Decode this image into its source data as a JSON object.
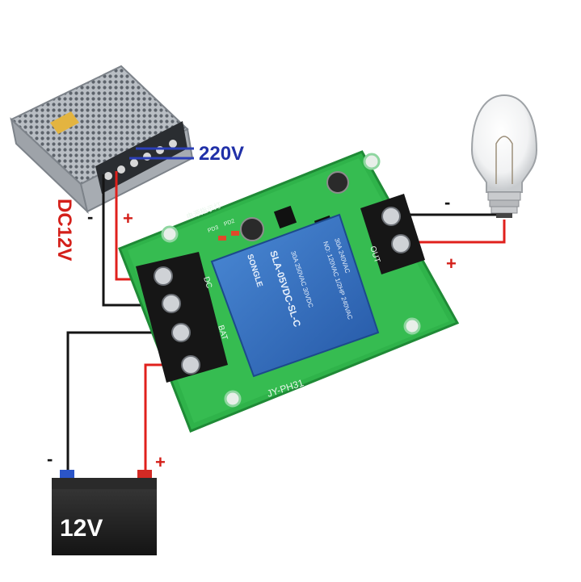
{
  "power_supply": {
    "input_label": "220V",
    "output_label": "DC12V",
    "minus_label": "-",
    "plus_label": "+"
  },
  "lamp": {
    "minus_label": "-",
    "plus_label": "+"
  },
  "battery": {
    "voltage_label": "12V",
    "minus_label": "-",
    "plus_label": "+"
  },
  "board": {
    "model_label": "JY-PH31",
    "indicator_label": "电源指示灯",
    "out_label": "OUT",
    "led_labels": [
      "PD3",
      "PD2"
    ],
    "terminal_labels": [
      "DC",
      "BAT"
    ],
    "relay": {
      "brand": "SONGLE",
      "model": "SLA-05VDC-SL-C",
      "rating_1": "30A 250VAC 30VDC",
      "rating_2": "NO: 120VAC 1/2HP 240VAC",
      "rating_3": "30A 240VAC"
    }
  },
  "colors": {
    "wire_positive": "#e0201c",
    "wire_negative": "#141414",
    "wire_mains": "#2b3fb8",
    "pcb": "#2fb34a",
    "relay": "#2f6fc4",
    "label_red": "#d4201a",
    "label_blue": "#2030a8"
  }
}
